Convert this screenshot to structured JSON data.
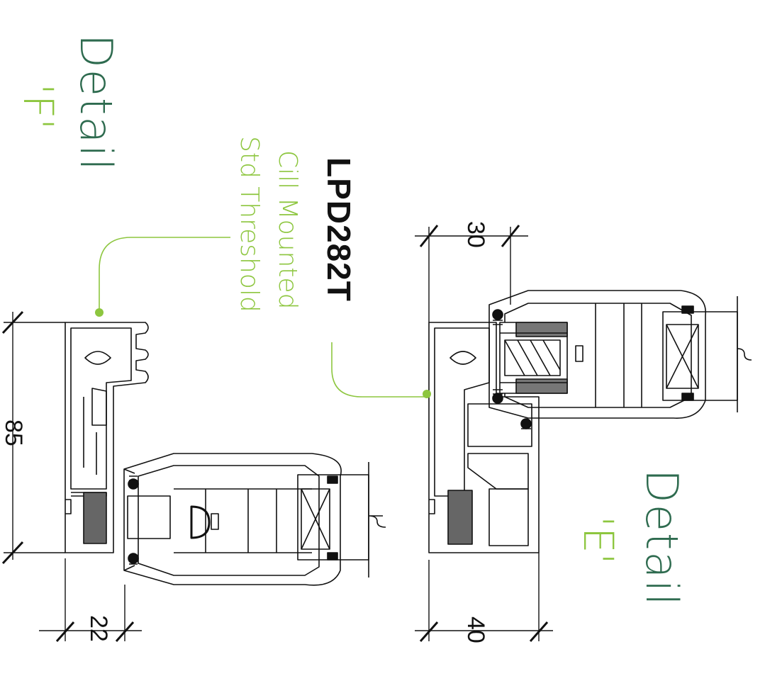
{
  "colors": {
    "accent_green": "#8dc63f",
    "dark_green": "#2e6b4f",
    "line": "#111111"
  },
  "detail_f": {
    "word": "Detail",
    "letter": "'F'"
  },
  "detail_e": {
    "word": "Detail",
    "letter": "'E'"
  },
  "model": "LPD282T",
  "callout": {
    "line1": "Cill Mounted",
    "line2": "Std Threshold"
  },
  "dims": {
    "f_height": "85",
    "f_bottom": "22",
    "e_top": "30",
    "e_bottom": "40"
  }
}
